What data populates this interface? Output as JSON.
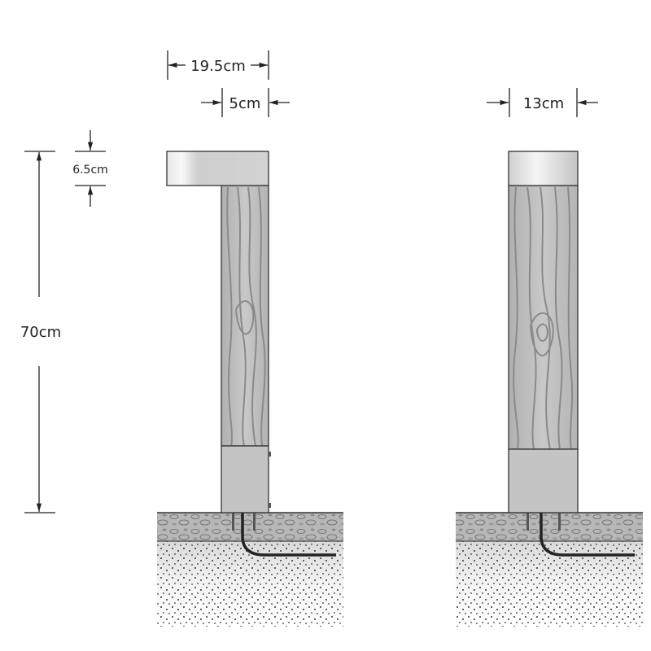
{
  "dimensions": {
    "total_width": "19.5cm",
    "post_width_side": "5cm",
    "post_width_front": "13cm",
    "head_height": "6.5cm",
    "total_height": "70cm"
  },
  "colors": {
    "line": "#222222",
    "metal": "#c9c9c9",
    "wood": "#bdbdbd",
    "wood_grain": "#8a8a8a",
    "concrete": "#b5b5b5",
    "soil": "#f2f2f2"
  }
}
